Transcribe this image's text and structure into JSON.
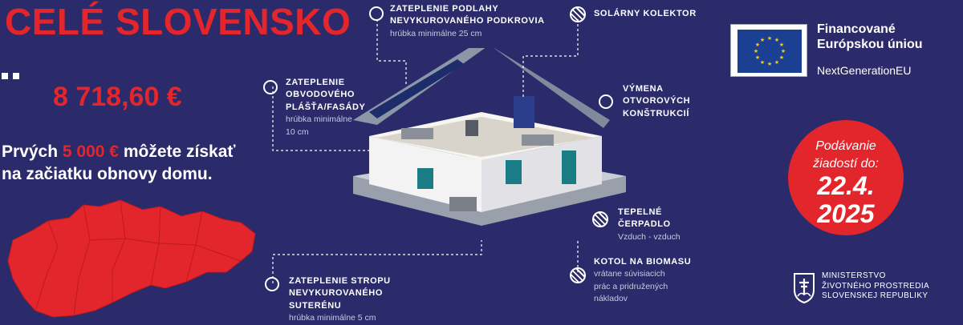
{
  "left": {
    "title": "CELÉ SLOVENSKO",
    "amount": "8 718,60 €",
    "first_prefix": "Prvých",
    "first_amount": "5 000 €",
    "first_suffix": "môžete získať",
    "first_line2": "na začiatku obnovy domu."
  },
  "labels": {
    "roof_title_1": "ZATEPLENIE PODLAHY",
    "roof_title_2": "NEVYKUROVANÉHO PODKROVIA",
    "roof_sub": "hrúbka minimálne 25 cm",
    "solar": "SOLÁRNY KOLEKTOR",
    "facade_1": "ZATEPLENIE",
    "facade_2": "OBVODOVÉHO",
    "facade_3": "PLÁŠŤA/FASÁDY",
    "facade_sub_1": "hrúbka minimálne",
    "facade_sub_2": "10 cm",
    "windows_1": "VÝMENA",
    "windows_2": "OTVOROVÝCH",
    "windows_3": "KONŠTRUKCIÍ",
    "pump_1": "TEPELNÉ",
    "pump_2": "ČERPADLO",
    "pump_sub": "Vzduch - vzduch",
    "biomass": "KOTOL NA BIOMASU",
    "biomass_sub_1": "vrátane súvisiacich",
    "biomass_sub_2": "prác a pridružených",
    "biomass_sub_3": "nákladov",
    "cellar_1": "ZATEPLENIE STROPU",
    "cellar_2": "NEVYKUROVANÉHO",
    "cellar_3": "SUTERÉNU",
    "cellar_sub": "hrúbka minimálne 5 cm"
  },
  "eu": {
    "line1": "Financované",
    "line2": "Európskou úniou",
    "line3": "NextGenerationEU"
  },
  "deadline": {
    "line1": "Podávanie",
    "line2": "žiadostí do:",
    "date1": "22.4.",
    "date2": "2025"
  },
  "ministry": {
    "line1": "MINISTERSTVO",
    "line2": "ŽIVOTNÉHO PROSTREDIA",
    "line3": "SLOVENSKEJ REPUBLIKY"
  },
  "colors": {
    "background": "#2b2a6b",
    "accent_red": "#e3262b",
    "eu_blue": "#1b3f93",
    "eu_yellow": "#ffcc00"
  },
  "icons": [
    "eu-flag-icon",
    "slovakia-map-icon",
    "ministry-emblem-icon",
    "solar-marker-icon",
    "dashed-connector-line"
  ]
}
